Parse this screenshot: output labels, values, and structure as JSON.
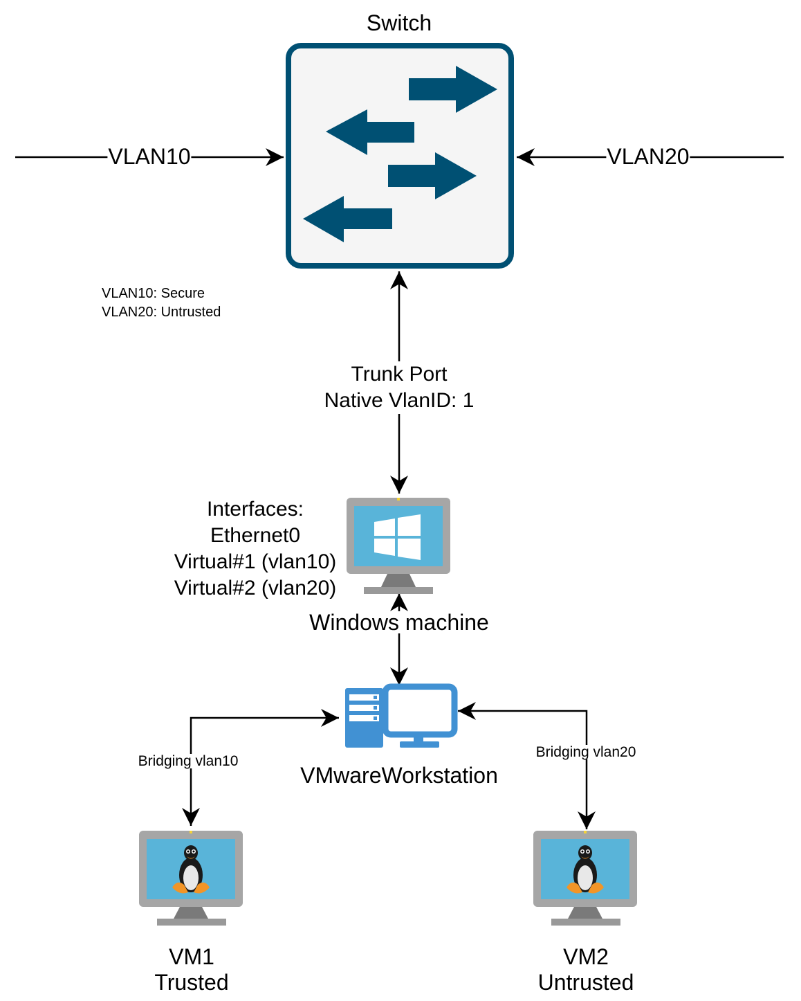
{
  "switch": {
    "title": "Switch",
    "left_link_label": "VLAN10",
    "right_link_label": "VLAN20"
  },
  "legend": {
    "line1": "VLAN10: Secure",
    "line2": "VLAN20: Untrusted"
  },
  "trunk": {
    "line1": "Trunk Port",
    "line2": "Native VlanID: 1"
  },
  "windows_machine": {
    "label": "Windows machine",
    "interfaces": [
      "Interfaces:",
      "Ethernet0",
      "Virtual#1 (vlan10)",
      "Virtual#2 (vlan20)"
    ]
  },
  "vmware": {
    "label": "VMwareWorkstation",
    "bridge_left": "Bridging vlan10",
    "bridge_right": "Bridging vlan20"
  },
  "vm1": {
    "name": "VM1",
    "status": "Trusted"
  },
  "vm2": {
    "name": "VM2",
    "status": "Untrusted"
  },
  "colors": {
    "switch_border": "#005073",
    "switch_arrow": "#005073",
    "switch_fill": "#f5f5f5",
    "monitor_frame": "#a6a6a6",
    "monitor_screen": "#59b4d9",
    "workstation_blue": "#4191d3",
    "penguin_orange": "#f29527"
  },
  "icons": [
    "switch-icon",
    "windows-monitor-icon",
    "vmware-workstation-icon",
    "linux-monitor-icon"
  ]
}
